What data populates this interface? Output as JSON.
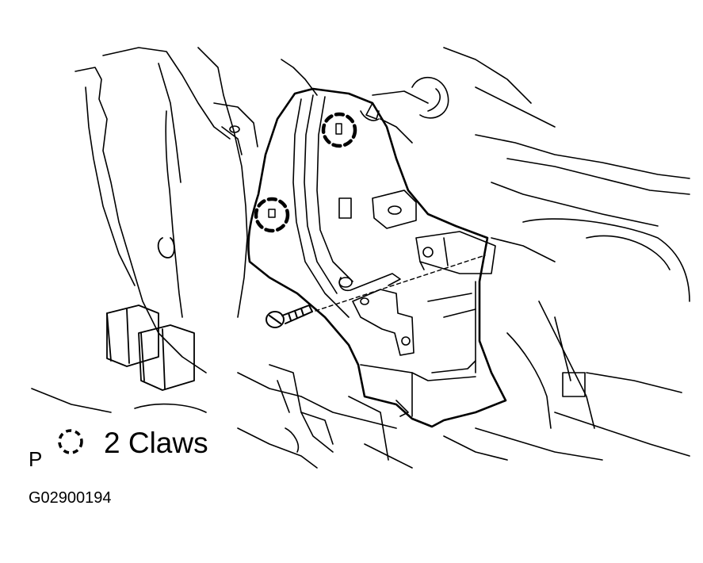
{
  "legend": {
    "prefix": "P",
    "symbol_icon": "dashed-circle-icon",
    "text": "2 Claws"
  },
  "figure_code": "G02900194",
  "colors": {
    "line": "#000000",
    "background": "#ffffff"
  }
}
